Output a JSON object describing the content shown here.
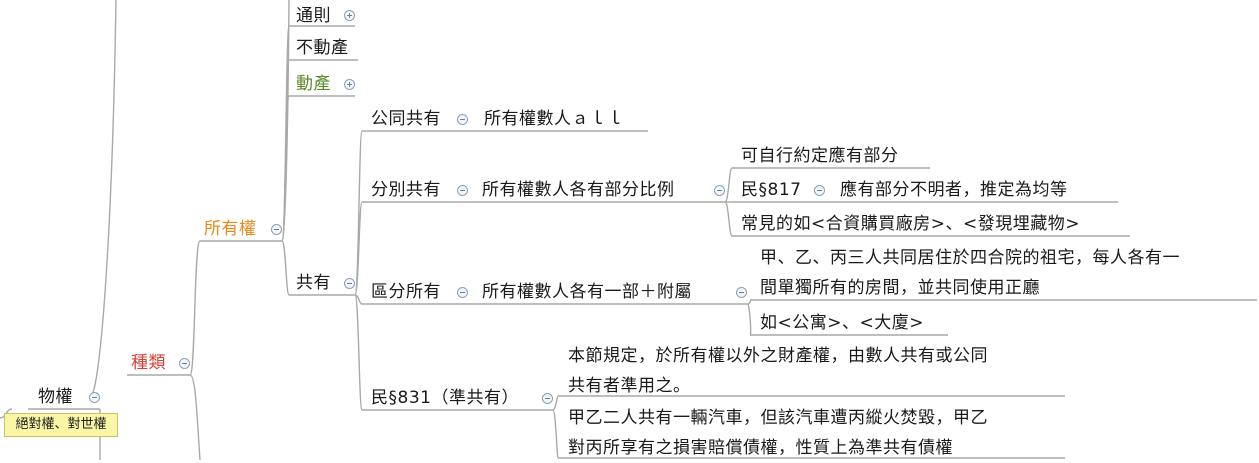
{
  "colors": {
    "line": "#a9a9a9",
    "ownership": "#e8891a",
    "types": "#d9433a",
    "movable": "#5a8a2a",
    "text": "#1a1a1a"
  },
  "root": {
    "label": "物權",
    "note": "絕對權、對世權"
  },
  "types": {
    "label": "種類"
  },
  "ownership": {
    "label": "所有權"
  },
  "general": {
    "label": "通則"
  },
  "immovable": {
    "label": "不動產"
  },
  "movable": {
    "label": "動產"
  },
  "coown": {
    "label": "共有"
  },
  "joint": {
    "label": "公同共有",
    "desc": "所有權數人ａｌｌ"
  },
  "separate": {
    "label": "分別共有",
    "desc": "所有權數人各有部分比例",
    "children": [
      {
        "label": "可自行約定應有部分"
      },
      {
        "label": "民§817",
        "detail": "應有部分不明者，推定為均等"
      },
      {
        "label": "常見的如<合資購買廠房>、<發現埋藏物>"
      }
    ]
  },
  "partition": {
    "label": "區分所有",
    "desc": "所有權數人各有一部＋附屬",
    "children": [
      {
        "line1": "甲、乙、丙三人共同居住於四合院的祖宅，每人各有一",
        "line2": "間單獨所有的房間，並共同使用正廳"
      },
      {
        "label": "如<公寓>、<大廈>"
      }
    ]
  },
  "quasi": {
    "label": "民§831（準共有）",
    "children": [
      {
        "line1": "本節規定，於所有權以外之財產權，由數人共有或公同",
        "line2": "共有者準用之。"
      },
      {
        "line1": "甲乙二人共有一輛汽車，但該汽車遭丙縱火焚毀，甲乙",
        "line2": "對丙所享有之損害賠償債權，性質上為準共有債權"
      }
    ]
  }
}
